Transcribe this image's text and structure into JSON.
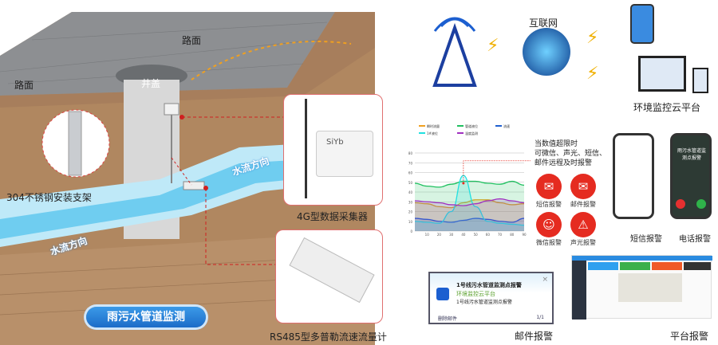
{
  "scene": {
    "road_left": "路面",
    "road_top": "路面",
    "manhole": "井盖",
    "bracket": "304不锈钢安装支架",
    "flow_dir_1": "水流方向",
    "flow_dir_2": "水流方向",
    "title_badge": "雨污水管道监测"
  },
  "devices": {
    "collector_logo": "SiYb",
    "collector": "4G型数据采集器",
    "flowmeter": "RS485型多普勒流速流量计"
  },
  "network": {
    "internet": "互联网",
    "cloud": "环境监控云平台"
  },
  "alarm": {
    "note_lines": [
      "当数值超限时",
      "可微信、声光、短信、",
      "邮件远程及时报警"
    ],
    "icons": [
      {
        "label": "短信报警",
        "icon": "sms-icon"
      },
      {
        "label": "邮件报警",
        "icon": "mail-icon"
      },
      {
        "label": "微信报警",
        "icon": "wechat-icon"
      },
      {
        "label": "声光报警",
        "icon": "siren-icon"
      }
    ],
    "sms_label": "短信报警",
    "call_label": "电话报警",
    "call_text": "雨污水管道监测点报警",
    "mail_label": "邮件报警",
    "platform_label": "平台报警"
  },
  "email_popup": {
    "title": "1号线污水管道监测点报警",
    "sender": "环境监控云平台",
    "body": "1号线污水管道监测点报警",
    "delete": "删除邮件",
    "pager": "1/1"
  },
  "colors": {
    "accent": "#e52b20",
    "water": "#7fd3f0",
    "brand": "#1c6cc8"
  },
  "chart_data": {
    "type": "area",
    "x": [
      0,
      10,
      20,
      30,
      40,
      50,
      60,
      70,
      80,
      90
    ],
    "ylim": [
      0,
      80
    ],
    "yticks": [
      0,
      10,
      20,
      30,
      40,
      50,
      60,
      70,
      80
    ],
    "xticks": [
      10,
      20,
      30,
      40,
      50,
      60,
      70,
      80,
      90
    ],
    "series": [
      {
        "name": "瞬时流量",
        "color": "#f0a020",
        "values": [
          29,
          28,
          25,
          24,
          29,
          32,
          32,
          29,
          27,
          28
        ]
      },
      {
        "name": "管道液位",
        "color": "#20c060",
        "values": [
          49,
          46,
          45,
          48,
          51,
          51,
          49,
          48,
          51,
          47
        ]
      },
      {
        "name": "流速",
        "color": "#2060d0",
        "values": [
          13,
          12,
          10,
          9,
          11,
          13,
          12,
          10,
          9,
          13
        ]
      },
      {
        "name": "1#液位",
        "color": "#20e0e0",
        "values": [
          10,
          9,
          8,
          20,
          57,
          25,
          10,
          8,
          7,
          6
        ]
      },
      {
        "name": "温度监测",
        "color": "#a030c0",
        "values": [
          31,
          30,
          29,
          27,
          26,
          28,
          31,
          33,
          31,
          29
        ]
      }
    ]
  }
}
